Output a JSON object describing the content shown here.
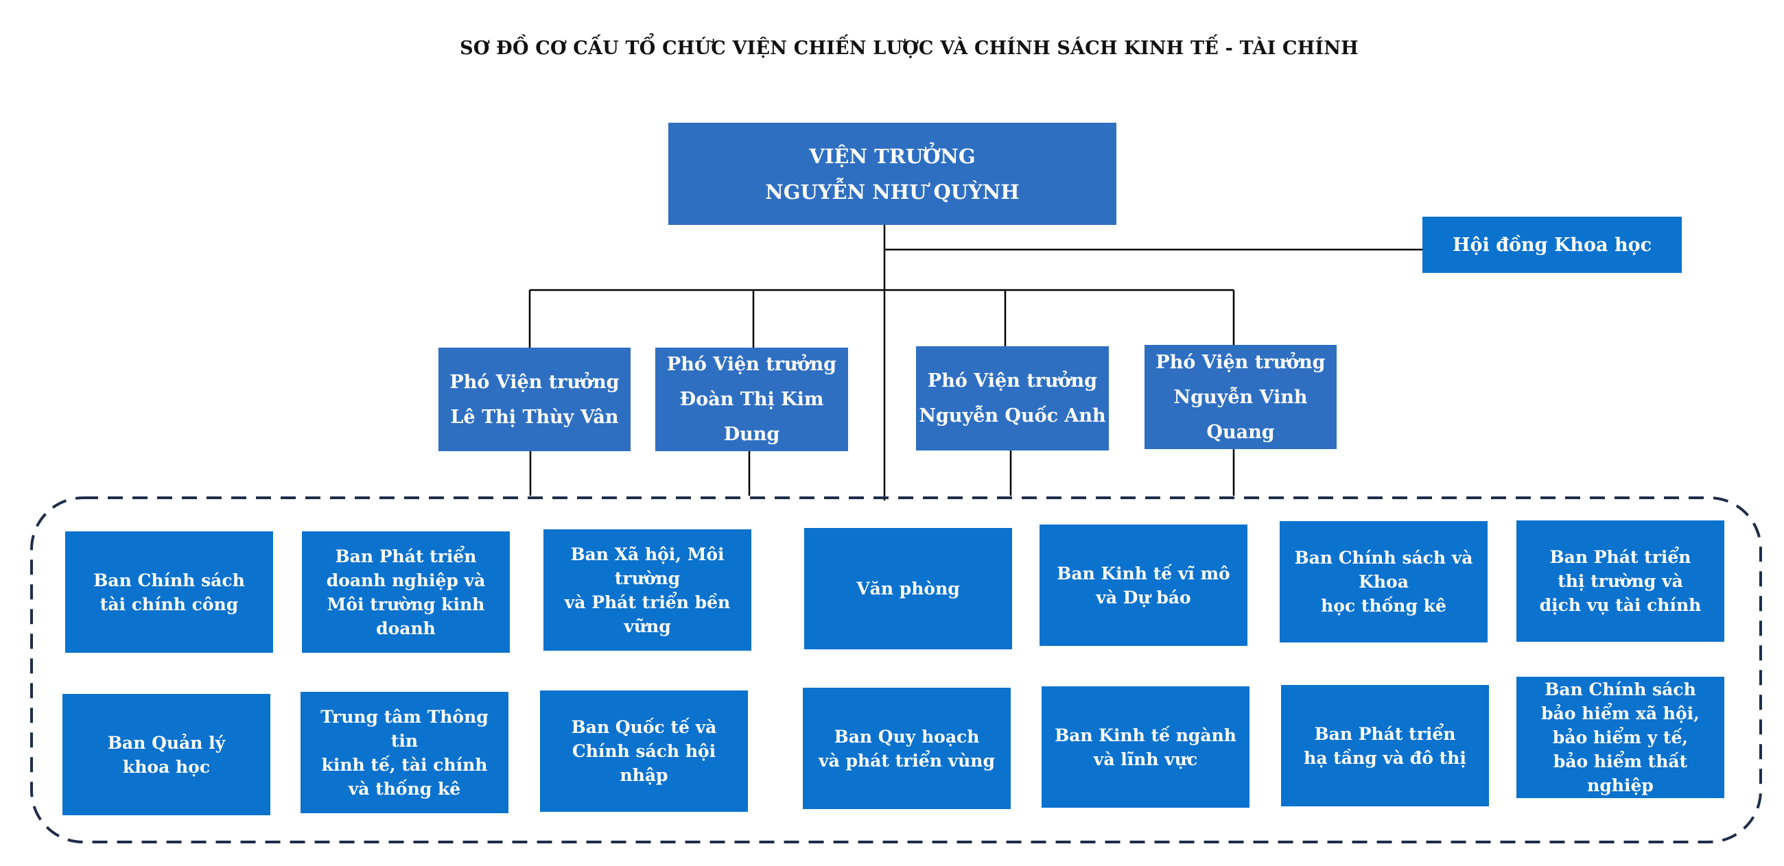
{
  "title": "SƠ ĐỒ CƠ CẤU TỔ CHỨC VIỆN CHIẾN LƯỢC VÀ CHÍNH SÁCH KINH TẾ - TÀI CHÍNH",
  "director": {
    "role": "VIỆN TRƯỞNG",
    "name": "NGUYỄN NHƯ QUỲNH"
  },
  "council": {
    "label": "Hội đồng Khoa học"
  },
  "deputies": [
    {
      "role": "Phó Viện trưởng",
      "name": "Lê Thị Thùy Vân"
    },
    {
      "role": "Phó Viện trưởng",
      "name": "Đoàn Thị Kim Dung"
    },
    {
      "role": "Phó Viện trưởng",
      "name": "Nguyễn Quốc Anh"
    },
    {
      "role": "Phó Viện trưởng",
      "name": "Nguyễn Vinh Quang"
    }
  ],
  "departments": {
    "row1": [
      {
        "lines": [
          "Ban Chính sách",
          "tài chính công"
        ]
      },
      {
        "lines": [
          "Ban Phát triển",
          "doanh nghiệp và",
          "Môi trường kinh doanh"
        ]
      },
      {
        "lines": [
          "Ban Xã hội, Môi trường",
          "và Phát triển bền vững"
        ]
      },
      {
        "lines": [
          "Văn phòng"
        ]
      },
      {
        "lines": [
          "Ban Kinh tế vĩ mô",
          "và Dự báo"
        ]
      },
      {
        "lines": [
          "Ban Chính sách và Khoa",
          "học thống kê"
        ]
      },
      {
        "lines": [
          "Ban Phát triển",
          "thị trường và",
          "dịch vụ tài chính"
        ]
      }
    ],
    "row2": [
      {
        "lines": [
          "Ban Quản lý",
          "khoa học"
        ]
      },
      {
        "lines": [
          "Trung tâm Thông tin",
          "kinh tế, tài chính",
          "và thống kê"
        ]
      },
      {
        "lines": [
          "Ban Quốc tế và",
          "Chính sách hội nhập"
        ]
      },
      {
        "lines": [
          "Ban Quy hoạch",
          "và phát triển vùng"
        ]
      },
      {
        "lines": [
          "Ban Kinh tế ngành",
          "và lĩnh vực"
        ]
      },
      {
        "lines": [
          "Ban Phát triển",
          "hạ tầng và đô thị"
        ]
      },
      {
        "lines": [
          "Ban Chính sách",
          "bảo hiểm xã hội,",
          "bảo hiểm y tế,",
          "bảo hiểm thất nghiệp"
        ]
      }
    ]
  },
  "colors": {
    "header_box": "#2e6fc2",
    "dept_box": "#0b72ce",
    "line": "#000000",
    "dashed_border": "#1f2d4a"
  }
}
